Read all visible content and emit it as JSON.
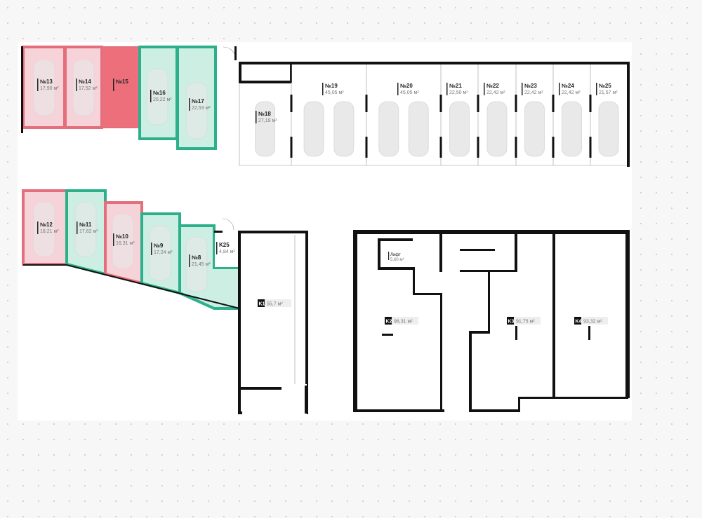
{
  "title": "Parking floor plan",
  "colors": {
    "sold_pink": "#f6d3d8",
    "sold_pink_stroke": "#e46f7c",
    "reserved_red": "#ec6f7b",
    "available_fill": "#cdeee3",
    "available_stroke": "#2bb08a"
  },
  "spots_top_left": [
    {
      "num": "№13",
      "area": "17,90 м²",
      "status": "pink"
    },
    {
      "num": "№14",
      "area": "17,52 м²",
      "status": "pink"
    },
    {
      "num": "№15",
      "area": "",
      "status": "red"
    },
    {
      "num": "№16",
      "area": "20,22 м²",
      "status": "green"
    },
    {
      "num": "№17",
      "area": "22,53 м²",
      "status": "green"
    }
  ],
  "spots_top_right": [
    {
      "num": "№18",
      "area": "27,19 м²"
    },
    {
      "num": "№19",
      "area": "45,05 м²"
    },
    {
      "num": "№20",
      "area": "45,05 м²"
    },
    {
      "num": "№21",
      "area": "22,50 м²"
    },
    {
      "num": "№22",
      "area": "22,42 м²"
    },
    {
      "num": "№23",
      "area": "22,42 м²"
    },
    {
      "num": "№24",
      "area": "22,42 м²"
    },
    {
      "num": "№25",
      "area": "21,57 м²"
    }
  ],
  "spots_bottom_left": [
    {
      "num": "№12",
      "area": "18,21 м²",
      "status": "pink"
    },
    {
      "num": "№11",
      "area": "17,62 м²",
      "status": "green"
    },
    {
      "num": "№10",
      "area": "16,31 м²",
      "status": "pink"
    },
    {
      "num": "№9",
      "area": "17,24 м²",
      "status": "green"
    },
    {
      "num": "№8",
      "area": "21,45 м²",
      "status": "green"
    }
  ],
  "storage": {
    "num": "K25",
    "area": "4,84 м²"
  },
  "units": [
    {
      "id": "K1",
      "area": "55,7 м²"
    },
    {
      "id": "K2",
      "area": "96,31 м²"
    },
    {
      "id": "K3",
      "area": "91,75 м²"
    },
    {
      "id": "K4",
      "area": "93,32 м²"
    }
  ],
  "lift": {
    "label": "Лифт",
    "area": "5,60 м²"
  }
}
